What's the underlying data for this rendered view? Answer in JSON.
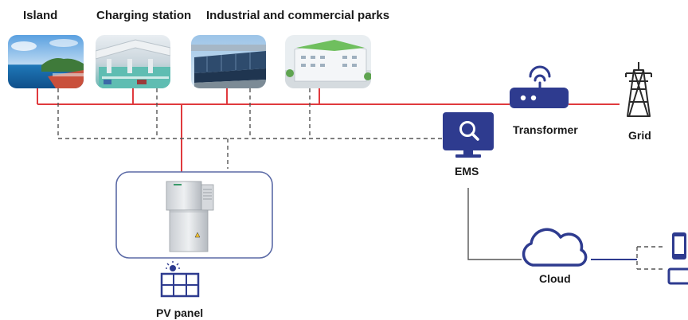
{
  "sites": [
    {
      "label": "Island"
    },
    {
      "label": "Charging station"
    },
    {
      "label": "Industrial and commercial parks"
    }
  ],
  "nodes": {
    "transformer": "Transformer",
    "grid": "Grid",
    "ems": "EMS",
    "cloud": "Cloud",
    "pv_panel": "PV panel"
  },
  "colors": {
    "power_line": "#e03a3e",
    "comm_line": "#555555",
    "icon": "#2e3b8f",
    "cabinet_border": "#5b6aa6",
    "grid_tower": "#2a2a2a"
  }
}
